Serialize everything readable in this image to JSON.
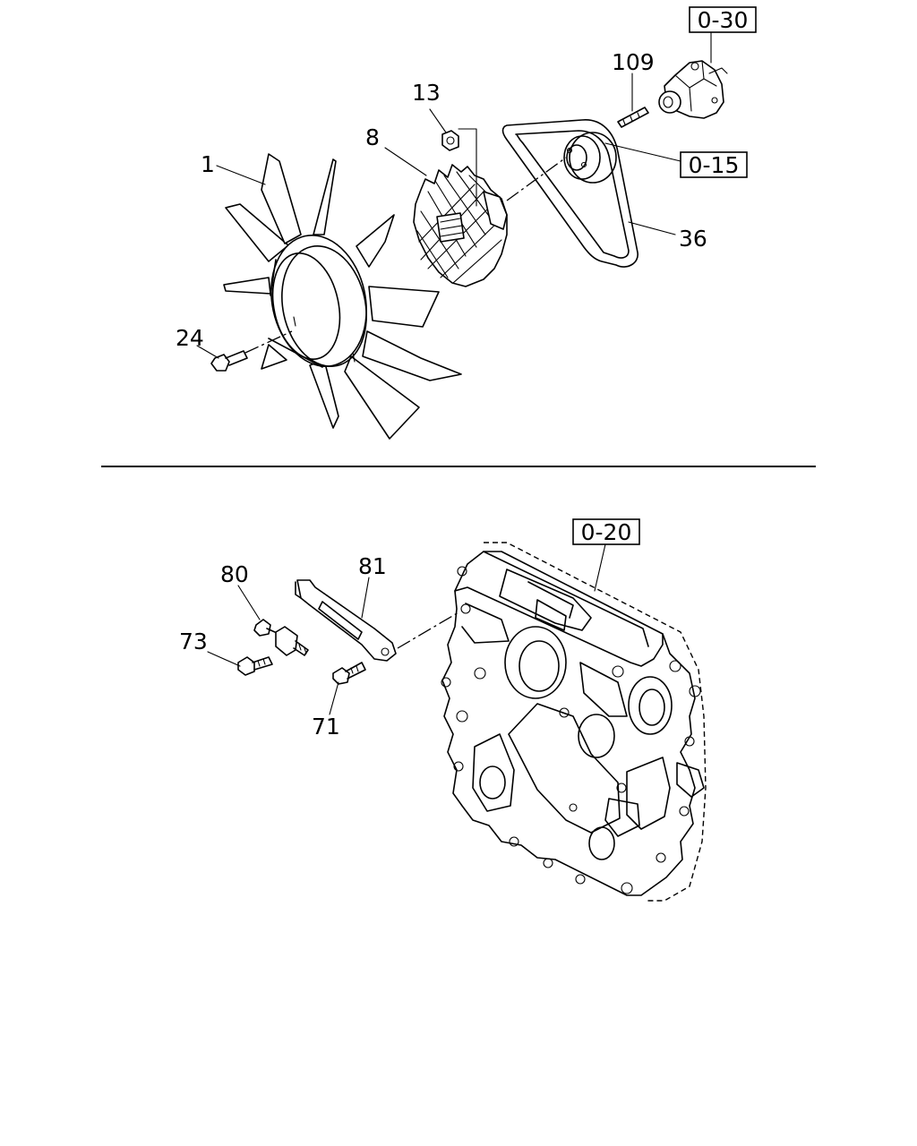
{
  "callouts": {
    "c1": "1",
    "c8": "8",
    "c13": "13",
    "c24": "24",
    "c36": "36",
    "c109": "109",
    "c80": "80",
    "c81": "81",
    "c73": "73",
    "c71": "71"
  },
  "references": {
    "r030": "0-30",
    "r015": "0-15",
    "r020": "0-20"
  }
}
